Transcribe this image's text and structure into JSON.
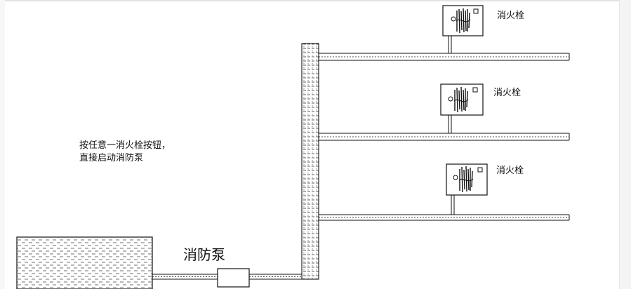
{
  "diagram": {
    "note_line1": "按任意一消火栓按钮，",
    "note_line2": "直接启动消防泵",
    "pump_label": "消防泵",
    "hydrants": [
      {
        "label": "消火栓"
      },
      {
        "label": "消火栓"
      },
      {
        "label": "消火栓"
      }
    ]
  }
}
